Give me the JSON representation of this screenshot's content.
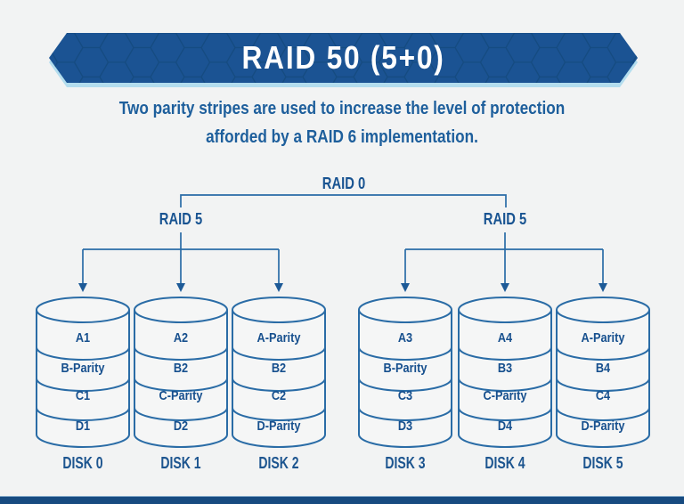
{
  "title": "RAID 50 (5+0)",
  "subtitle": {
    "line1": "Two parity stripes are used to increase the level of protection",
    "line2": "afforded by a RAID 6 implementation."
  },
  "tree": {
    "root_label": "RAID 0",
    "left_group_label": "RAID 5",
    "right_group_label": "RAID 5"
  },
  "disks": [
    {
      "name": "DISK 0",
      "bands": [
        "A1",
        "B-Parity",
        "C1",
        "D1"
      ]
    },
    {
      "name": "DISK 1",
      "bands": [
        "A2",
        "B2",
        "C-Parity",
        "D2"
      ]
    },
    {
      "name": "DISK 2",
      "bands": [
        "A-Parity",
        "B2",
        "C2",
        "D-Parity"
      ]
    },
    {
      "name": "DISK 3",
      "bands": [
        "A3",
        "B-Parity",
        "C3",
        "D3"
      ]
    },
    {
      "name": "DISK 4",
      "bands": [
        "A4",
        "B3",
        "C-Parity",
        "D4"
      ]
    },
    {
      "name": "DISK 5",
      "bands": [
        "A-Parity",
        "B4",
        "C4",
        "D-Parity"
      ]
    }
  ],
  "colors": {
    "background": "#f2f3f3",
    "banner_blue": "#1b5393",
    "banner_pattern_blue": "#144a80",
    "banner_shadow_blue": "#b3ddee",
    "title_text": "#ffffff",
    "subtitle_text": "#1e5f9c",
    "label_text": "#17508e",
    "connector_blue": "#2a6ca6",
    "bottom_bar_blue": "#174b80"
  }
}
